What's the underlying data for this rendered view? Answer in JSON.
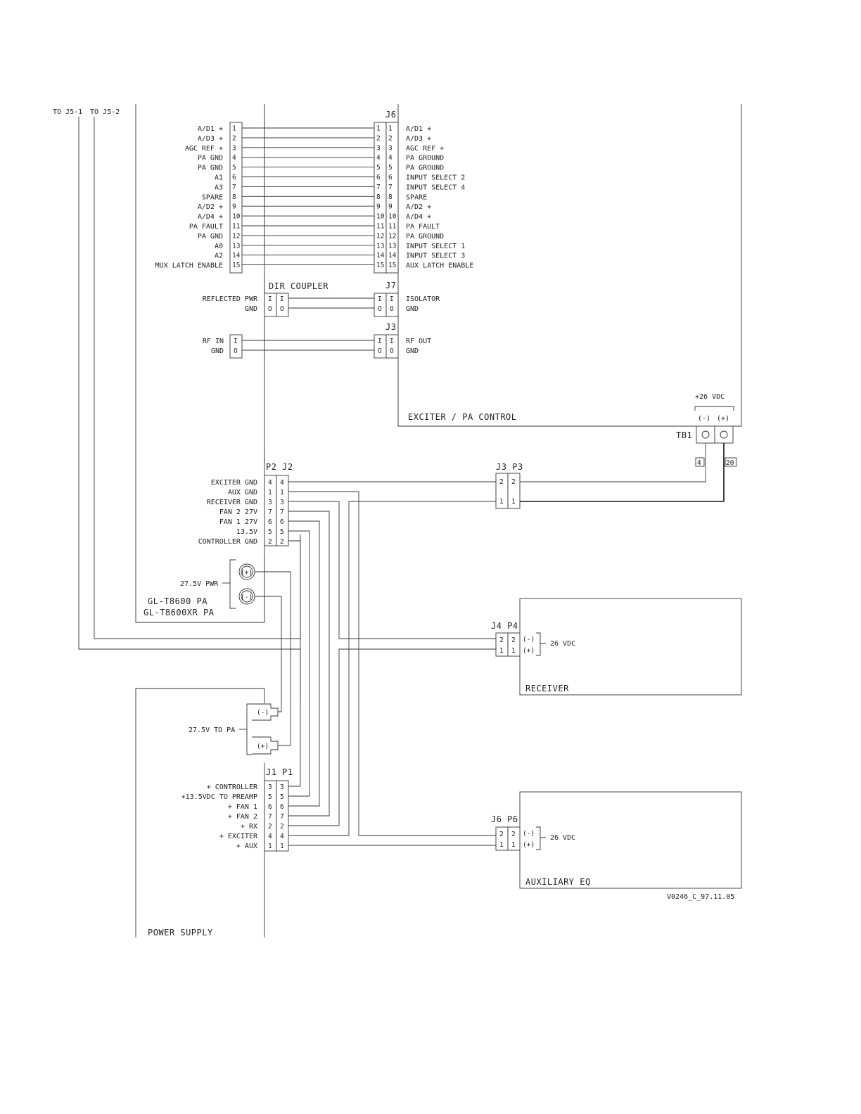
{
  "top_labels": {
    "j5_1": "TO J5-1",
    "j5_2": "TO J5-2"
  },
  "pa_box": {
    "line1": "GL-T8600 PA",
    "line2": "GL-T8600XR PA"
  },
  "exciter_box": {
    "title": "EXCITER / PA CONTROL"
  },
  "j6": {
    "label": "J6",
    "left_labels": [
      "A/D1 +",
      "A/D3 +",
      "AGC REF +",
      "PA GND",
      "PA GND",
      "A1",
      "A3",
      "SPARE",
      "A/D2 +",
      "A/D4 +",
      "PA FAULT",
      "PA GND",
      "A0",
      "A2",
      "MUX LATCH ENABLE"
    ],
    "right_labels": [
      "A/D1 +",
      "A/D3 +",
      "AGC REF +",
      "PA GROUND",
      "PA GROUND",
      "INPUT SELECT 2",
      "INPUT SELECT 4",
      "SPARE",
      "A/D2 +",
      "A/D4 +",
      "PA FAULT",
      "PA GROUND",
      "INPUT SELECT 1",
      "INPUT SELECT 3",
      "AUX LATCH ENABLE"
    ],
    "pins": [
      "1",
      "2",
      "3",
      "4",
      "5",
      "6",
      "7",
      "8",
      "9",
      "10",
      "11",
      "12",
      "13",
      "14",
      "15"
    ]
  },
  "dir_coupler": {
    "label": "DIR COUPLER",
    "left_labels": [
      "REFLECTED PWR",
      "GND"
    ],
    "pins": [
      "I",
      "O"
    ]
  },
  "j7": {
    "label": "J7",
    "right_labels": [
      "ISOLATOR",
      "GND"
    ],
    "pins": [
      "I",
      "O"
    ]
  },
  "j3_rf": {
    "label": "J3",
    "left_labels": [
      "RF IN",
      "GND"
    ],
    "right_labels": [
      "RF OUT",
      "GND"
    ],
    "pins": [
      "I",
      "O"
    ]
  },
  "tb1": {
    "label": "TB1",
    "voltage": "+26 VDC",
    "neg": "(-)",
    "pos": "(+)",
    "wire_neg": "4",
    "wire_pos": "20"
  },
  "p2j2": {
    "label": "P2 J2",
    "left_labels": [
      "EXCITER GND",
      "AUX GND",
      "RECEIVER GND",
      "FAN 2 27V",
      "FAN 1 27V",
      "13.5V",
      "CONTROLLER GND"
    ],
    "pins": [
      "4",
      "1",
      "3",
      "7",
      "6",
      "5",
      "2"
    ]
  },
  "j3p3": {
    "label": "J3 P3",
    "pins": [
      "2",
      "1"
    ]
  },
  "pa_pwr": {
    "label": "27.5V PWR",
    "pos": "(+)",
    "neg": "(-)"
  },
  "receiver": {
    "title": "RECEIVER",
    "conn": "J4 P4",
    "pins": [
      "2",
      "1"
    ],
    "neg": "(-)",
    "pos": "(+)",
    "voltage": "26 VDC"
  },
  "aux_eq": {
    "title": "AUXILIARY EQ",
    "conn": "J6 P6",
    "pins": [
      "2",
      "1"
    ],
    "neg": "(-)",
    "pos": "(+)",
    "voltage": "26 VDC"
  },
  "power_supply": {
    "title": "POWER SUPPLY",
    "to_pa_label": "27.5V TO PA",
    "to_pa_neg": "(-)",
    "to_pa_pos": "(+)",
    "conn": "J1 P1",
    "left_labels": [
      "+ CONTROLLER",
      "+13.5VDC TO PREAMP",
      "+ FAN 1",
      "+ FAN 2",
      "+ RX",
      "+ EXCITER",
      "+ AUX"
    ],
    "pins": [
      "3",
      "5",
      "6",
      "7",
      "2",
      "4",
      "1"
    ]
  },
  "drawing_number": "V0246_C_97.11.05"
}
